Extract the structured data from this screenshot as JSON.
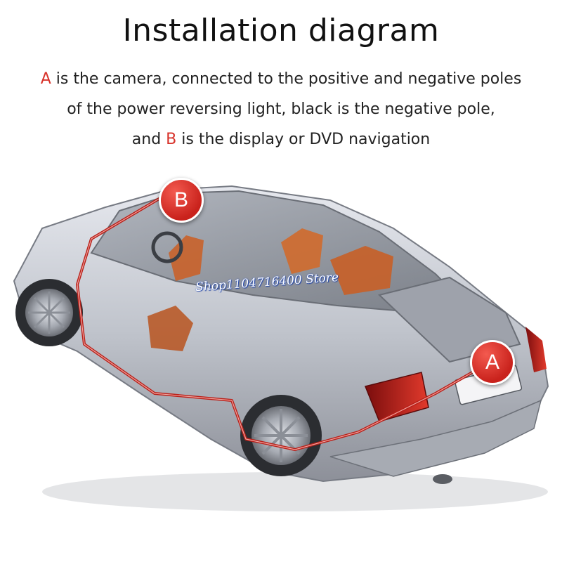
{
  "title": "Installation diagram",
  "description": {
    "line1_letter": "A",
    "line1_rest": " is the camera, connected to the positive and negative poles",
    "line2": "of the power reversing light, black is the negative pole,",
    "line3_pre": "and ",
    "line3_letter": "B",
    "line3_rest": " is the display or DVD navigation"
  },
  "markers": {
    "a": "A",
    "b": "B"
  },
  "watermark": "Shop1104716400 Store",
  "colors": {
    "accent_red": "#d8332b",
    "car_body": "#c9ccd3",
    "wire": "#b8201a"
  }
}
